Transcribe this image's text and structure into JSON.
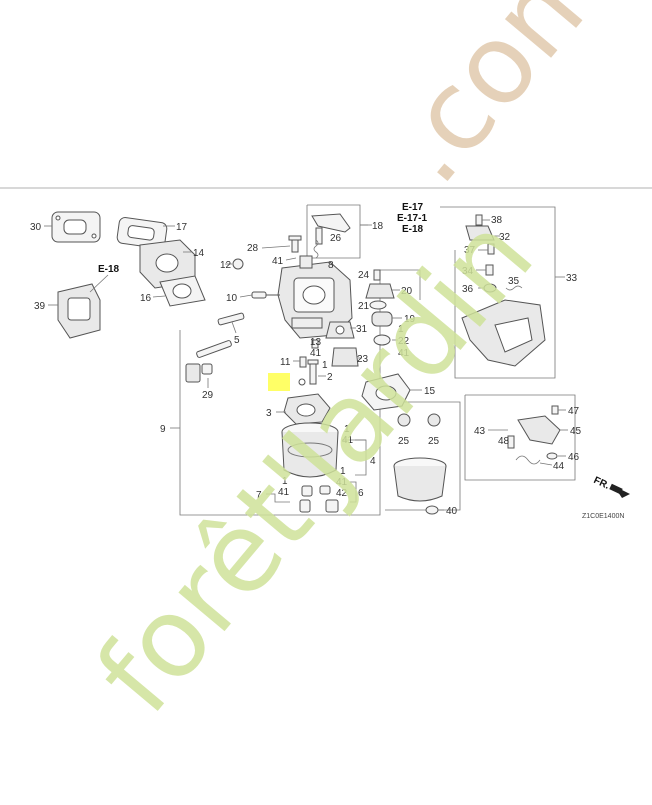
{
  "labels": {
    "n1": "1",
    "n2": "2",
    "n3": "3",
    "n4": "4",
    "n5": "5",
    "n6": "6",
    "n7": "7",
    "n8": "8",
    "n9": "9",
    "n10": "10",
    "n11": "11",
    "n12": "12",
    "n13": "13",
    "n14": "14",
    "n15": "15",
    "n16": "16",
    "n17": "17",
    "n18": "18",
    "n19": "19",
    "n20": "20",
    "n21": "21",
    "n22": "22",
    "n23": "23",
    "n24": "24",
    "n25a": "25",
    "n25b": "25",
    "n26": "26",
    "n28": "28",
    "n29": "29",
    "n30": "30",
    "n31": "31",
    "n32": "32",
    "n33": "33",
    "n34": "34",
    "n35": "35",
    "n36": "36",
    "n37": "37",
    "n38": "38",
    "n39": "39",
    "n40": "40",
    "n41a": "41",
    "n41b": "41",
    "n41c": "41",
    "n41d": "41",
    "n41e": "41",
    "n41f": "41",
    "n41g": "41",
    "n42": "42",
    "n43": "43",
    "n44": "44",
    "n45": "45",
    "n46": "46",
    "n47": "47",
    "n48": "48",
    "n1b": "1",
    "n1c": "1",
    "n1d": "1",
    "n1e": "1"
  },
  "references": {
    "e17": "E-17",
    "e17_1": "E-17-1",
    "e18_top": "E-18",
    "e18_left": "E-18"
  },
  "diagram_code": "Z1C0E1400N",
  "front_indicator": "FR.",
  "watermark": {
    "text_green": "forêt'Jardin",
    "text_brown": ".com",
    "color_green": "#cfe29a",
    "color_brown": "#e3cdb2"
  },
  "highlight_color": "#ffff66"
}
